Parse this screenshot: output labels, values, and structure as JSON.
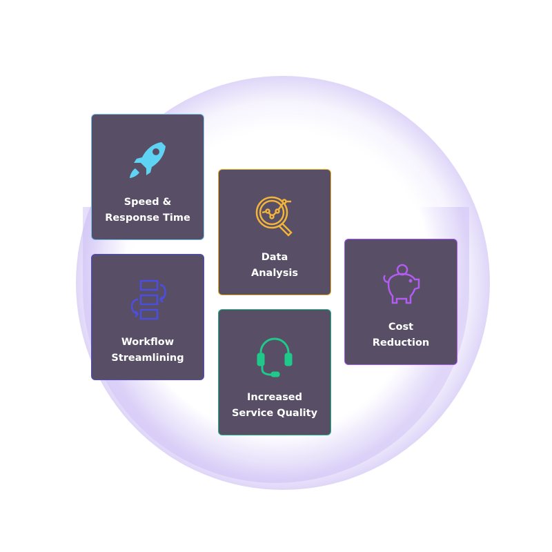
{
  "cards": [
    {
      "id": "speed",
      "line1": "Speed &",
      "line2": "Response Time",
      "icon": "rocket-icon",
      "color": "#5fd3f3",
      "border": "#7cc4f0"
    },
    {
      "id": "data",
      "line1": "Data",
      "line2": "Analysis",
      "icon": "magnifier-chart-icon",
      "color": "#f2b53a",
      "border": "#f0b429"
    },
    {
      "id": "workflow",
      "line1": "Workflow",
      "line2": "Streamlining",
      "icon": "workflow-icon",
      "color": "#4c4ee0",
      "border": "#4b4bd0"
    },
    {
      "id": "service",
      "line1": "Increased",
      "line2": "Service Quality",
      "icon": "headset-icon",
      "color": "#1ec98a",
      "border": "#1fb889"
    },
    {
      "id": "cost",
      "line1": "Cost",
      "line2": "Reduction",
      "icon": "piggy-bank-icon",
      "color": "#b25cf0",
      "border": "#a855f7"
    }
  ]
}
